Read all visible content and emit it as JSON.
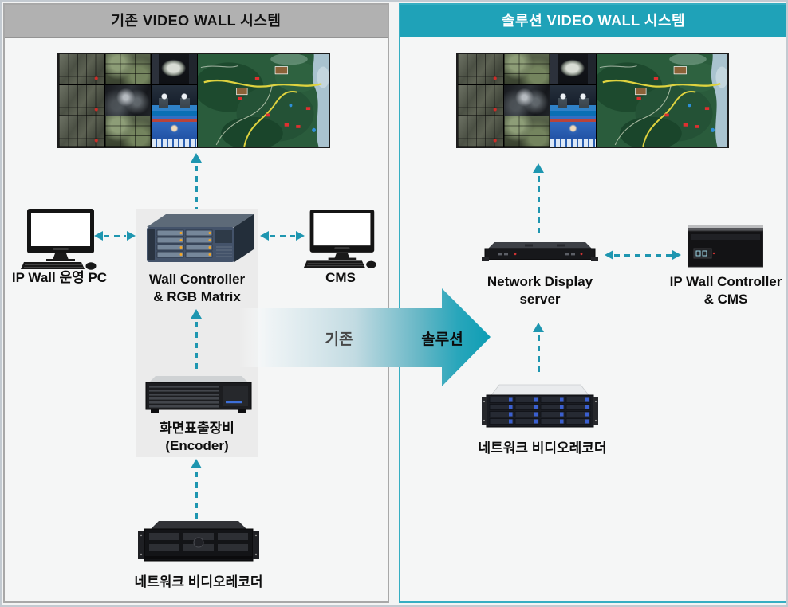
{
  "colors": {
    "accent_teal": "#1fa2b8",
    "teal_border": "#36aec2",
    "header_gray": "#b1b1b1",
    "panel_background": "#f5f6f6",
    "connector_dash_teal": "#1e96b0",
    "highlight_strip_gray": "#ebebeb"
  },
  "left_panel": {
    "title": "기존 VIDEO WALL 시스템",
    "devices": {
      "operator_pc": {
        "label": "IP Wall 운영 PC",
        "icon": "desktop-pc-icon"
      },
      "wall_controller": {
        "label_line1": "Wall Controller",
        "label_line2": "& RGB Matrix",
        "icon": "rack-server-3d-icon"
      },
      "cms_pc": {
        "label": "CMS",
        "icon": "desktop-pc-icon"
      },
      "encoder": {
        "label_line1": "화면표출장비",
        "label_line2": "(Encoder)",
        "icon": "rack-encoder-icon"
      },
      "nvr": {
        "label": "네트워크 비디오레코더",
        "icon": "rack-nvr-icon"
      }
    }
  },
  "right_panel": {
    "title": "솔루션 VIDEO WALL 시스템",
    "devices": {
      "network_display_server": {
        "label_line1": "Network Display",
        "label_line2": "server",
        "icon": "rack-1u-server-icon"
      },
      "ip_wall_controller": {
        "label_line1": "IP Wall Controller",
        "label_line2": "& CMS",
        "icon": "controller-box-icon"
      },
      "nvr": {
        "label": "네트워크 비디오레코더",
        "icon": "rack-nvr-drives-icon"
      }
    }
  },
  "transition_arrow": {
    "from_label": "기존",
    "to_label": "솔루션"
  }
}
